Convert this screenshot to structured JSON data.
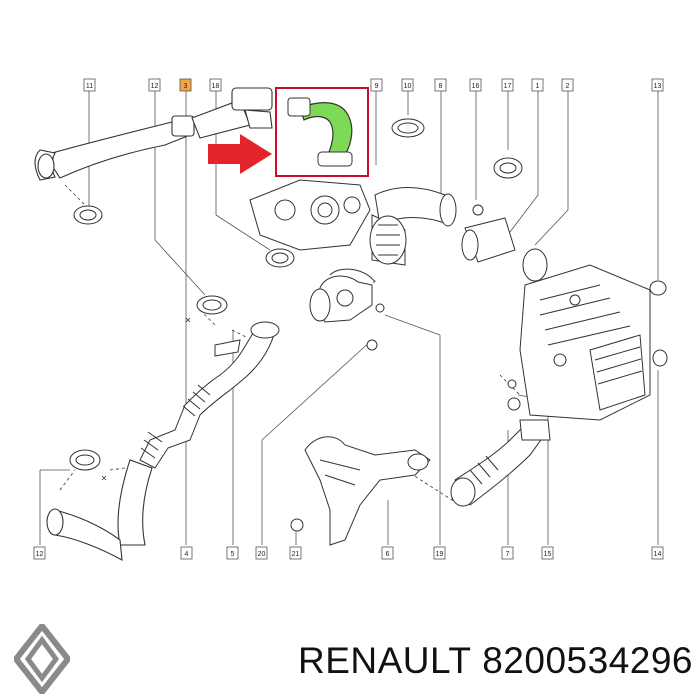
{
  "diagram": {
    "callouts": [
      {
        "id": "c11",
        "label": "11"
      },
      {
        "id": "c12a",
        "label": "12"
      },
      {
        "id": "c3",
        "label": "3"
      },
      {
        "id": "c18",
        "label": "18"
      },
      {
        "id": "c9",
        "label": "9"
      },
      {
        "id": "c10",
        "label": "10"
      },
      {
        "id": "c8",
        "label": "8"
      },
      {
        "id": "c16",
        "label": "16"
      },
      {
        "id": "c17",
        "label": "17"
      },
      {
        "id": "c1",
        "label": "1"
      },
      {
        "id": "c2",
        "label": "2"
      },
      {
        "id": "c13",
        "label": "13"
      },
      {
        "id": "c12b",
        "label": "12"
      },
      {
        "id": "c4",
        "label": "4"
      },
      {
        "id": "c5",
        "label": "5"
      },
      {
        "id": "c20",
        "label": "20"
      },
      {
        "id": "c21",
        "label": "21"
      },
      {
        "id": "c6",
        "label": "6"
      },
      {
        "id": "c19",
        "label": "19"
      },
      {
        "id": "c7",
        "label": "7"
      },
      {
        "id": "c15",
        "label": "15"
      },
      {
        "id": "c14",
        "label": "14"
      }
    ],
    "highlight_color": "#c8102e",
    "part_color": "#7ed957",
    "marker_color": "#f4a640"
  },
  "footer": {
    "brand": "RENAULT",
    "part_number": "8200534296"
  }
}
